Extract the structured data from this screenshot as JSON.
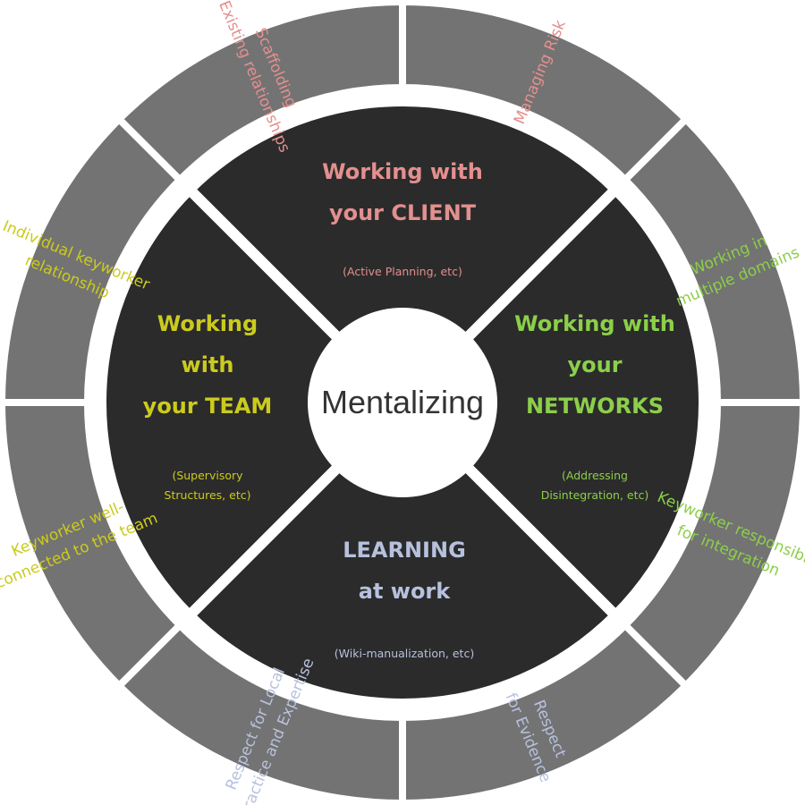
{
  "center": {
    "label": "Mentalizing"
  },
  "inner": [
    {
      "key": "client",
      "title": [
        "Working with",
        "your CLIENT"
      ],
      "sub": [
        "(Active Planning, etc)"
      ],
      "color": "#e48f8f"
    },
    {
      "key": "networks",
      "title": [
        "Working with",
        "your",
        "NETWORKS"
      ],
      "sub": [
        "(Addressing",
        "Disintegration, etc)"
      ],
      "color": "#8ccf4a"
    },
    {
      "key": "learning",
      "title": [
        "LEARNING",
        "at work"
      ],
      "sub": [
        "(Wiki-manualization, etc)"
      ],
      "color": "#b7c1de"
    },
    {
      "key": "team",
      "title": [
        "Working",
        "with",
        "your TEAM"
      ],
      "sub": [
        "(Supervisory",
        "Structures, etc)"
      ],
      "color": "#cbcb1e"
    }
  ],
  "outer": [
    {
      "key": "managing-risk",
      "lines": [
        "Managing Risk"
      ],
      "color": "#e48f8f"
    },
    {
      "key": "multiple-domains",
      "lines": [
        "Working in",
        "multiple  domains"
      ],
      "color": "#8ccf4a"
    },
    {
      "key": "keyworker-integration",
      "lines": [
        "Keyworker responsible",
        "for integration"
      ],
      "color": "#8ccf4a"
    },
    {
      "key": "respect-evidence",
      "lines": [
        "Respect",
        "for Evidence"
      ],
      "color": "#b7c1de"
    },
    {
      "key": "respect-local",
      "lines": [
        "Respect for Local",
        "Practice and Expertise"
      ],
      "color": "#b7c1de"
    },
    {
      "key": "keyworker-team",
      "lines": [
        "Keyworker well-",
        "connected to the team"
      ],
      "color": "#cbcb1e"
    },
    {
      "key": "individual-keyworker",
      "lines": [
        "Individual keyworker",
        "relationship"
      ],
      "color": "#cbcb1e"
    },
    {
      "key": "scaffolding",
      "lines": [
        "Scaffolding",
        "Existing relationships"
      ],
      "color": "#e48f8f"
    }
  ],
  "colors": {
    "outer_fill": "#737373",
    "inner_fill": "#2b2b2b",
    "gap": "#ffffff",
    "center_fill": "#ffffff",
    "center_text": "#333333"
  }
}
